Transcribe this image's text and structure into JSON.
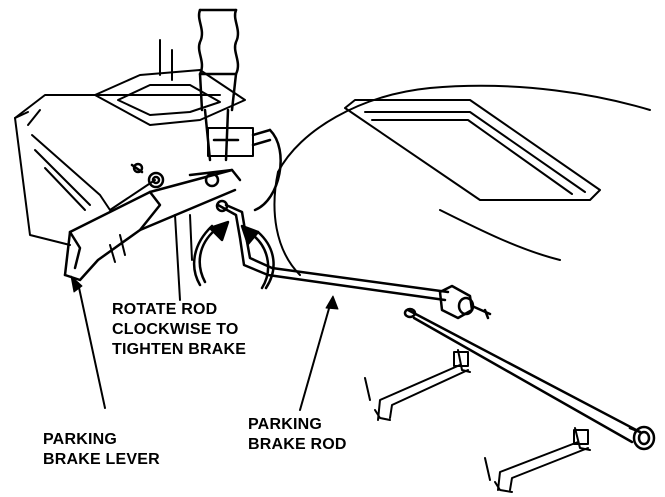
{
  "colors": {
    "ink": "#000000",
    "paper": "#ffffff"
  },
  "labels": {
    "rotate": {
      "line1": "ROTATE ROD",
      "line2": "CLOCKWISE TO",
      "line3": "TIGHTEN BRAKE"
    },
    "rod": {
      "line1": "PARKING",
      "line2": "BRAKE ROD"
    },
    "lever": {
      "line1": "PARKING",
      "line2": "BRAKE LEVER"
    }
  }
}
